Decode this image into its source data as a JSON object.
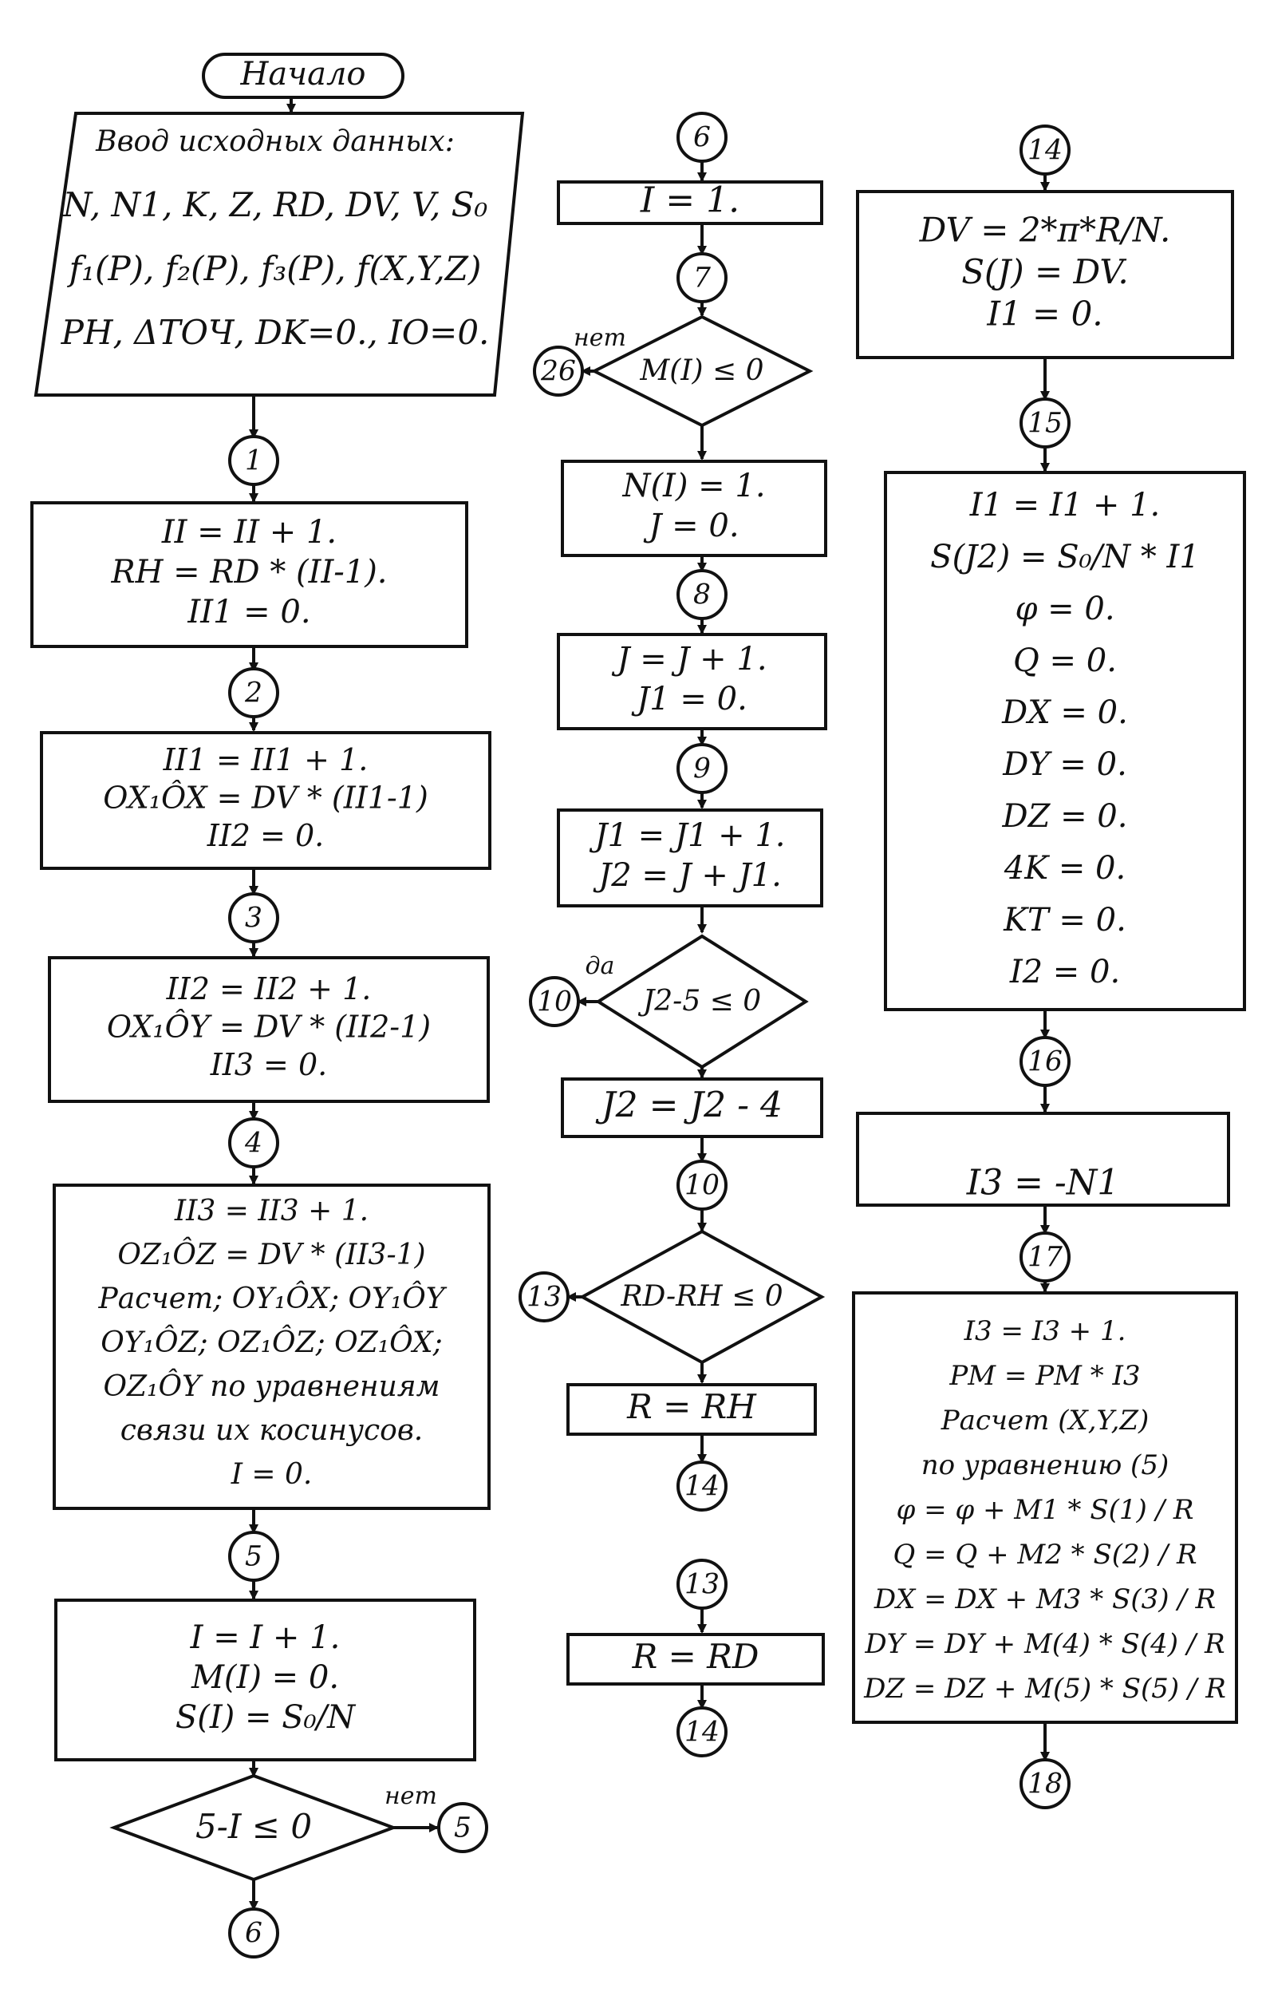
{
  "diagram": {
    "start": {
      "label": "Начало"
    },
    "connectors": {
      "c1": "1",
      "c2": "2",
      "c3": "3",
      "c4": "4",
      "c5": "5",
      "c5_loop": "5",
      "c6_bottom": "6",
      "c6_top": "6",
      "c7": "7",
      "c26": "26",
      "c8": "8",
      "c9": "9",
      "c10_side": "10",
      "c10": "10",
      "c13_side": "13",
      "c14_a": "14",
      "c13": "13",
      "c14_b": "14",
      "c14_top": "14",
      "c15": "15",
      "c16": "16",
      "c17": "17",
      "c18": "18"
    },
    "edge_labels": {
      "no_1": "нет",
      "no_2": "нет",
      "yes_1": "да"
    },
    "blocks": {
      "input": [
        "Ввод исходных данных:",
        "N, N1, K, Z, RD, DV, V, S₀",
        "f₁(P), f₂(P), f₃(P), f(X,Y,Z)",
        "PH, ΔTOЧ, DK=0., IO=0."
      ],
      "b1": [
        "II = II + 1.",
        "RH = RD * (II-1).",
        "II1 = 0."
      ],
      "b2": [
        "II1 = II1 + 1.",
        "OX₁ÔX = DV * (II1-1)",
        "II2 = 0."
      ],
      "b3": [
        "II2 = II2 + 1.",
        "OX₁ÔY = DV * (II2-1)",
        "II3 = 0."
      ],
      "b4": [
        "II3 = II3 + 1.",
        "OZ₁ÔZ = DV * (II3-1)",
        "Расчет; OY₁ÔX; OY₁ÔY",
        "OY₁ÔZ; OZ₁ÔZ; OZ₁ÔX;",
        "OZ₁ÔY по уравнениям",
        "связи их косинусов.",
        "I = 0."
      ],
      "b5": [
        "I = I + 1.",
        "M(I) = 0.",
        "S(I) = S₀/N"
      ],
      "d1": "5-I ≤ 0",
      "m1": [
        "I = 1."
      ],
      "d2": "M(I) ≤ 0",
      "m2": [
        "N(I) = 1.",
        "J = 0."
      ],
      "m3": [
        "J = J + 1.",
        "J1 = 0."
      ],
      "m4": [
        "J1 = J1 + 1.",
        "J2 = J + J1."
      ],
      "d3": "J2-5 ≤ 0",
      "m5": [
        "J2 = J2 - 4"
      ],
      "d4": "RD-RH ≤ 0",
      "m6": [
        "R = RH"
      ],
      "m7": [
        "R = RD"
      ],
      "r1": [
        "DV = 2*π*R/N.",
        "S(J) = DV.",
        "I1 = 0."
      ],
      "r2": [
        "I1 = I1 + 1.",
        "S(J2) = S₀/N * I1",
        "φ = 0.",
        "Q = 0.",
        "DX = 0.",
        "DY = 0.",
        "DZ = 0.",
        "4K = 0.",
        "KT = 0.",
        "I2 = 0."
      ],
      "r3": [
        "I3 = -N1"
      ],
      "r4": [
        "I3 = I3 + 1.",
        "PM = PM * I3",
        "Расчет (X,Y,Z)",
        "по уравнению (5)",
        "φ = φ + M1 * S(1) / R",
        "Q = Q + M2 * S(2) / R",
        "DX = DX + M3 * S(3) / R",
        "DY = DY + M(4) * S(4) / R",
        "DZ = DZ + M(5) * S(5) / R"
      ]
    }
  }
}
